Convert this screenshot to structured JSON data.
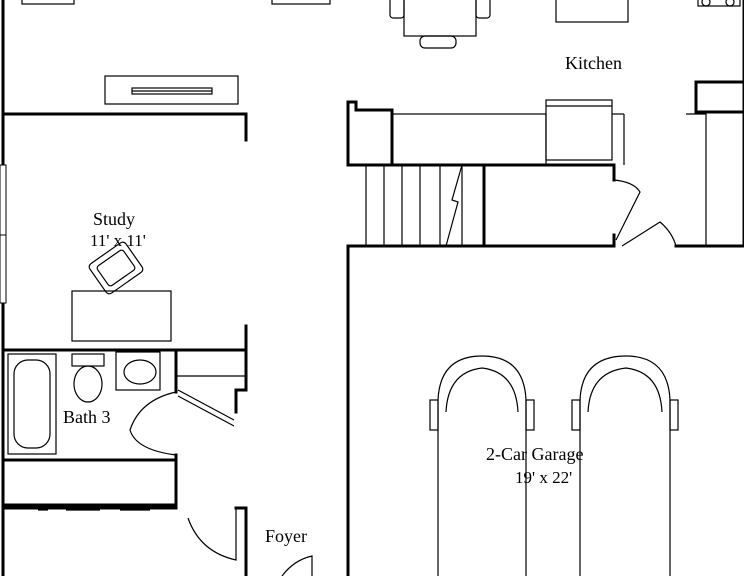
{
  "rooms": {
    "kitchen": {
      "name": "Kitchen"
    },
    "study": {
      "name": "Study",
      "dimensions": "11' x 11'"
    },
    "bath3": {
      "name": "Bath 3"
    },
    "garage": {
      "name": "2-Car Garage",
      "dimensions": "19' x 22'"
    },
    "foyer": {
      "name": "Foyer"
    }
  },
  "colors": {
    "lines": "#000000",
    "background": "#ffffff"
  }
}
